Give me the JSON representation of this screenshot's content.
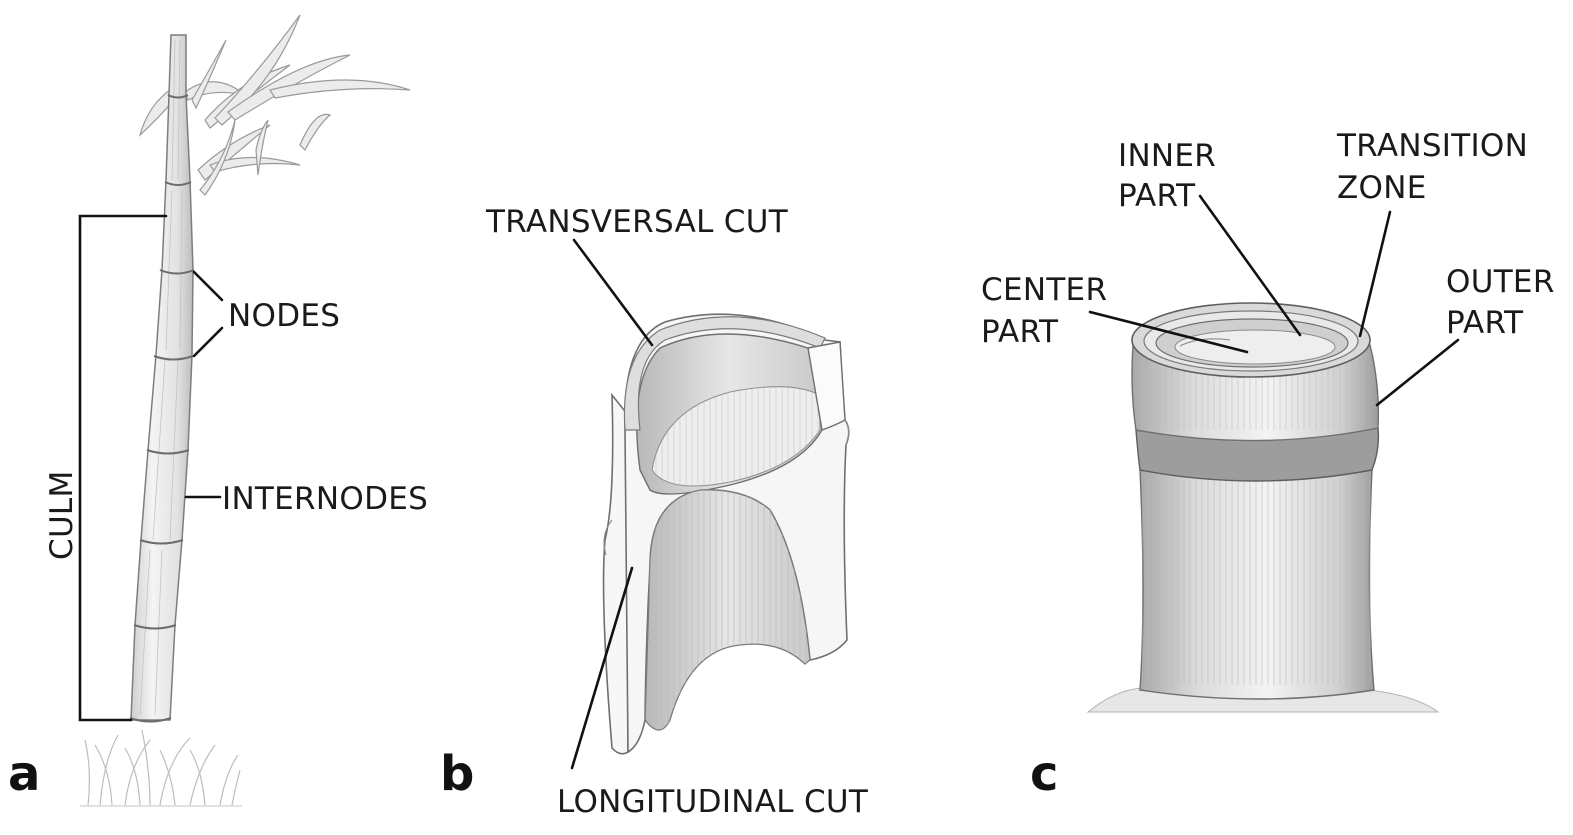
{
  "panels": {
    "a": {
      "letter": "a",
      "labels": {
        "nodes": "NODES",
        "internodes": "INTERNODES",
        "culm": "CULM"
      }
    },
    "b": {
      "letter": "b",
      "labels": {
        "transversal_cut": "TRANSVERSAL CUT",
        "longitudinal_cut": "LONGITUDINAL CUT"
      }
    },
    "c": {
      "letter": "c",
      "labels": {
        "inner_part_line1": "INNER",
        "inner_part_line2": "PART",
        "transition_zone_line1": "TRANSITION",
        "transition_zone_line2": "ZONE",
        "center_part_line1": "CENTER",
        "center_part_line2": "PART",
        "outer_part_line1": "OUTER",
        "outer_part_line2": "PART"
      }
    }
  },
  "colors": {
    "ink": "#111111",
    "pencil": "#6f6f6f",
    "shade": "#d6d6d6",
    "paper": "#ffffff"
  }
}
